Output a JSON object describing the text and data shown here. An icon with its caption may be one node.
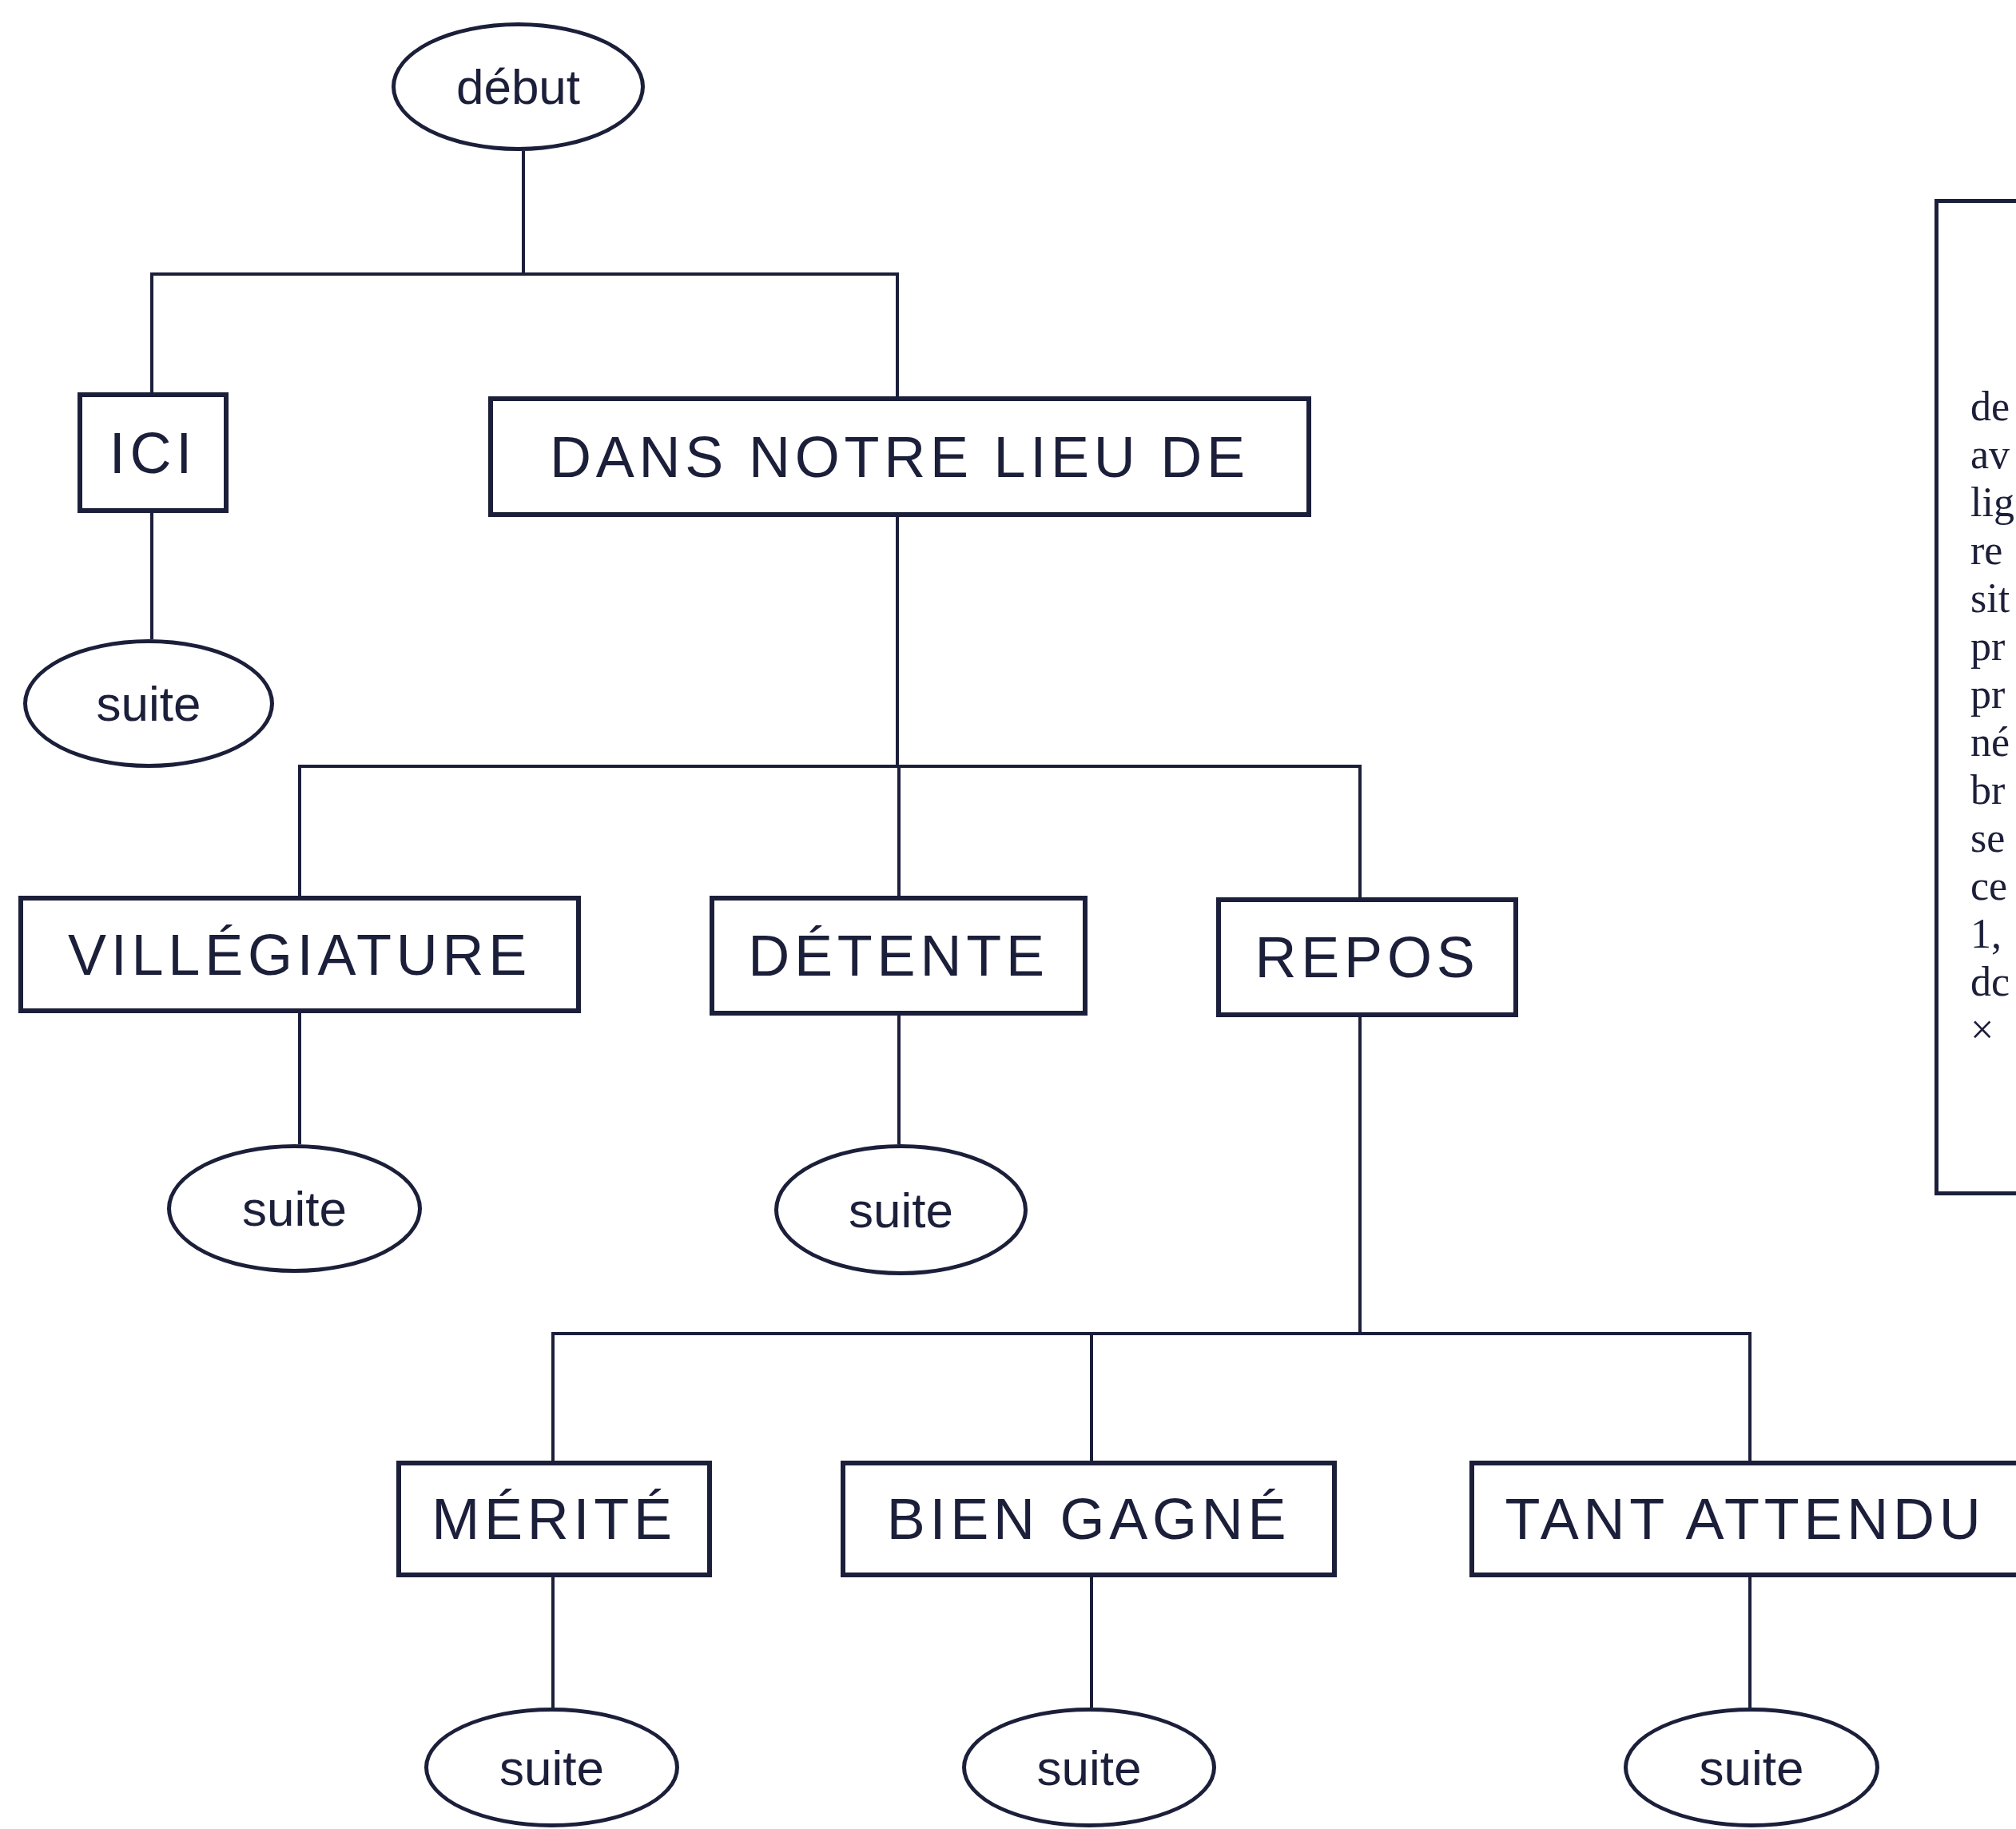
{
  "diagram": {
    "nodes": [
      {
        "text": [
          "début"
        ]
      },
      {
        "text": [
          "ICI"
        ]
      },
      {
        "text": [
          "DANS NOTRE LIEU DE"
        ]
      },
      {
        "text": [
          "suite"
        ]
      },
      {
        "text": [
          "VILLÉGIATURE"
        ]
      },
      {
        "text": [
          "DÉTENTE"
        ]
      },
      {
        "text": [
          "REPOS"
        ]
      },
      {
        "text": [
          "suite"
        ]
      },
      {
        "text": [
          "suite"
        ]
      },
      {
        "text": [
          "MÉRITÉ"
        ]
      },
      {
        "text": [
          "BIEN GAGNÉ"
        ]
      },
      {
        "text": [
          "TANT ATTENDU"
        ]
      },
      {
        "text": [
          "suite"
        ]
      },
      {
        "text": [
          "suite"
        ]
      },
      {
        "text": [
          "suite"
        ]
      },
      {
        "text": [
          "de",
          "av",
          "lig",
          "re",
          "sit",
          "pr",
          "pr",
          "né",
          "br",
          "se",
          "ce",
          "1,",
          "dc",
          "×"
        ]
      }
    ],
    "edges": [
      {
        "from": 0,
        "to": 1,
        "arrow": "none"
      },
      {
        "from": 0,
        "to": 2,
        "arrow": "none"
      },
      {
        "from": 1,
        "to": 3,
        "arrow": "none"
      },
      {
        "from": 2,
        "to": 4,
        "arrow": "none"
      },
      {
        "from": 2,
        "to": 5,
        "arrow": "none"
      },
      {
        "from": 2,
        "to": 6,
        "arrow": "none"
      },
      {
        "from": 4,
        "to": 7,
        "arrow": "none"
      },
      {
        "from": 5,
        "to": 8,
        "arrow": "none"
      },
      {
        "from": 6,
        "to": 9,
        "arrow": "none"
      },
      {
        "from": 6,
        "to": 10,
        "arrow": "none"
      },
      {
        "from": 6,
        "to": 11,
        "arrow": "none"
      },
      {
        "from": 9,
        "to": 12,
        "arrow": "none"
      },
      {
        "from": 10,
        "to": 13,
        "arrow": "none"
      },
      {
        "from": 11,
        "to": 14,
        "arrow": "none"
      }
    ]
  }
}
